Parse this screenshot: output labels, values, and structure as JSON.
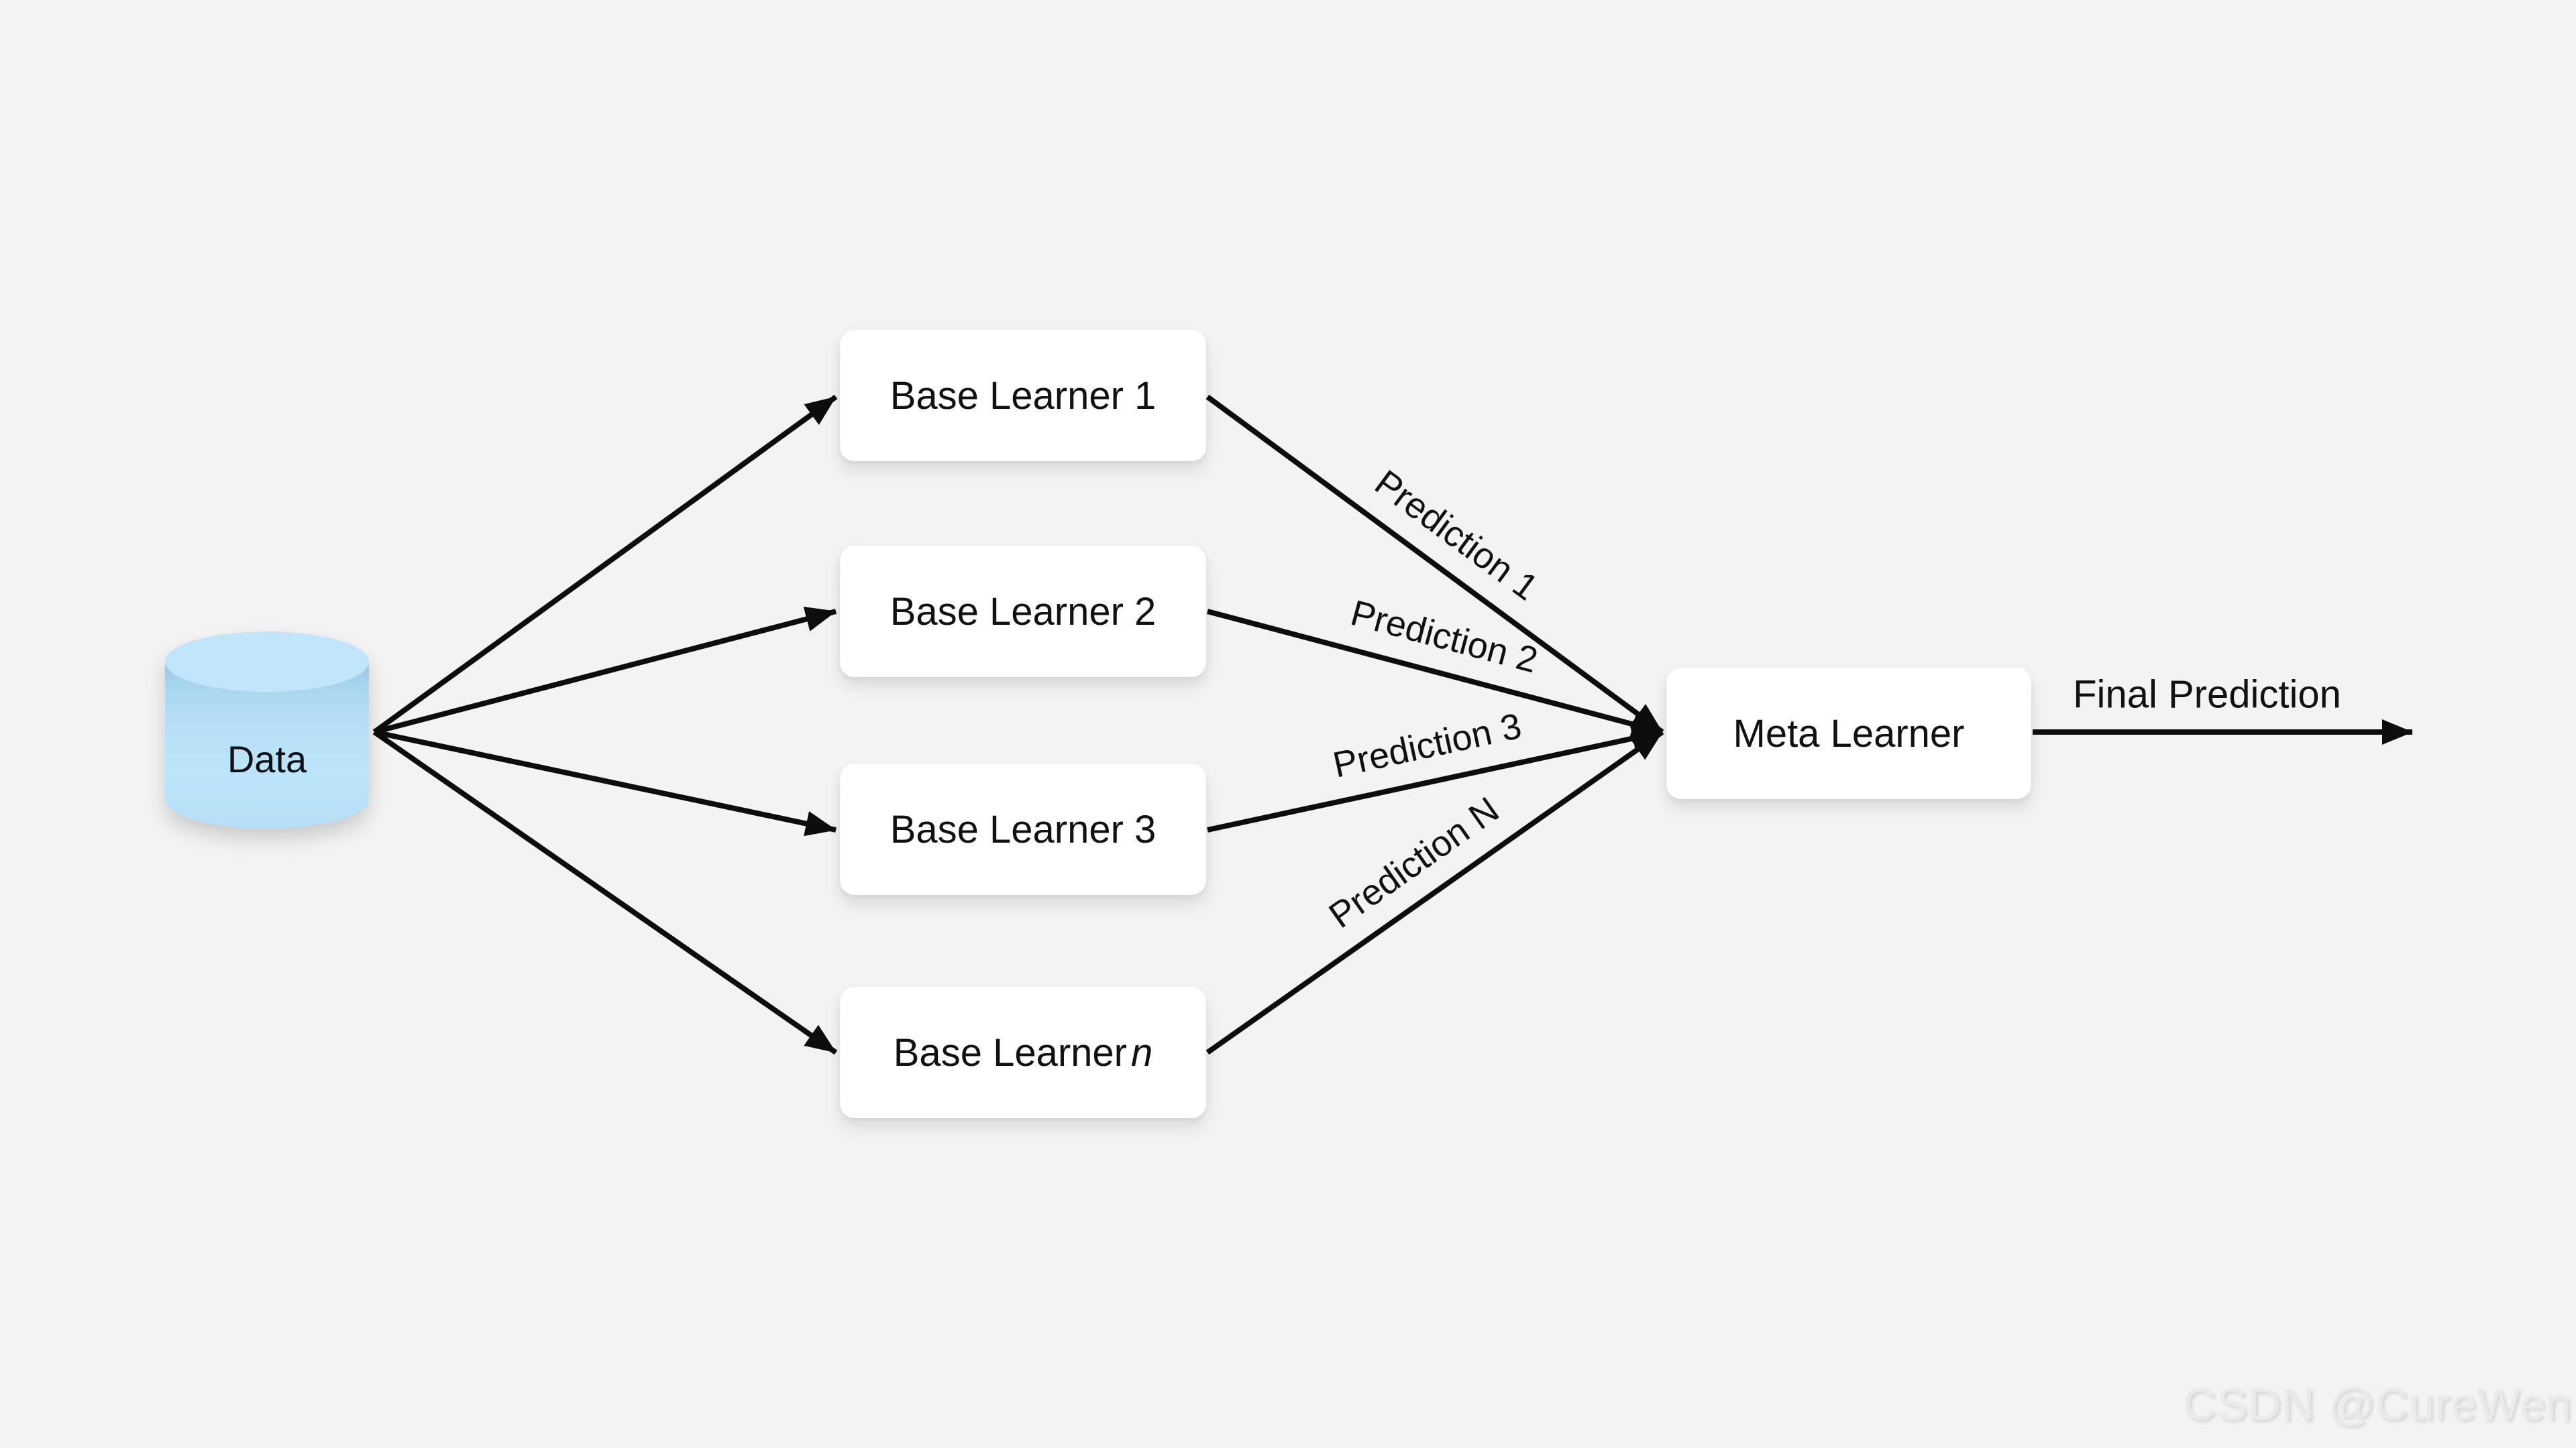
{
  "canvas": {
    "background": "#f3f3f4",
    "ink": "#0d0d0d",
    "node_fill": "#ffffff",
    "cylinder_fill": "#b9e2f9"
  },
  "nodes": {
    "data": {
      "label": "Data",
      "shape": "cylinder"
    },
    "base_learners": [
      {
        "label": "Base Learner 1"
      },
      {
        "label": "Base Learner 2"
      },
      {
        "label": "Base Learner 3"
      }
    ],
    "base_learner_n": {
      "label_prefix": "Base Learner",
      "label_var": "n"
    },
    "meta_learner": {
      "label": "Meta Learner"
    }
  },
  "edges": {
    "predictions": [
      {
        "from": "Base Learner 1",
        "to": "Meta Learner",
        "label": "Prediction 1"
      },
      {
        "from": "Base Learner 2",
        "to": "Meta Learner",
        "label": "Prediction 2"
      },
      {
        "from": "Base Learner 3",
        "to": "Meta Learner",
        "label": "Prediction 3"
      },
      {
        "from": "Base Learner n",
        "to": "Meta Learner",
        "label": "Prediction N"
      }
    ],
    "final": {
      "from": "Meta Learner",
      "label": "Final Prediction"
    }
  },
  "watermark": {
    "text": "CSDN @CureWen"
  }
}
